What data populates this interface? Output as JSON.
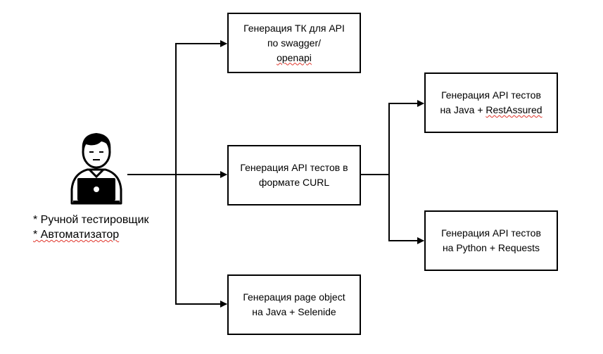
{
  "diagram": {
    "actor": {
      "icon": "user-laptop-icon",
      "roles": [
        "* Ручной тестировщик",
        "* Автоматизатор"
      ]
    },
    "nodes": {
      "tc_generation": {
        "line1": "Генерация ТК для API",
        "line2_prefix": "по swagger/",
        "line2_flagged": "openapi"
      },
      "curl_generation": {
        "line1": "Генерация API тестов в",
        "line2": "формате CURL"
      },
      "page_object_generation": {
        "line1": "Генерация page object",
        "line2": "на Java + Selenide"
      },
      "java_tests": {
        "line1": "Генерация API тестов",
        "line2_prefix": "на Java + ",
        "line2_flagged": "RestAssured"
      },
      "python_tests": {
        "line1": "Генерация API тестов",
        "line2": "на Python + Requests"
      }
    },
    "colors": {
      "stroke": "#000000",
      "spellcheck_underline": "#e0342a"
    }
  }
}
